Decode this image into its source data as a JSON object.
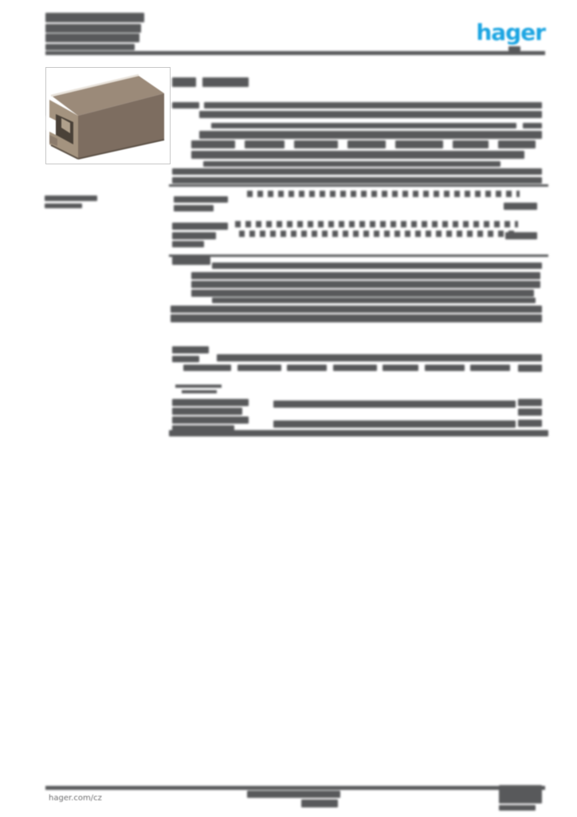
{
  "page": {
    "bg": "#ffffff",
    "bar_color": "#58595b",
    "accent_color": "#1ca5e2",
    "note": "product datasheet page with all body text blurred beyond legibility"
  },
  "header": {
    "logo_text": "hager"
  },
  "footer": {
    "site_link": "hager.com/cz"
  },
  "product_image": {
    "description": "3d rendering of a brown c-shaped trunking profile",
    "body_color": "#7d6d60",
    "top_color": "#9b8a79",
    "end_face_color": "#a4937f",
    "hollow_color": "#4a4138",
    "highlight_color": "#e8e2da"
  },
  "redactions": {
    "groups": [
      {
        "name": "header-title",
        "kind": "bar",
        "bars": [
          [
            57,
            16,
            124,
            12
          ],
          [
            57,
            30,
            120,
            11
          ],
          [
            57,
            42,
            118,
            11
          ],
          [
            57,
            55,
            112,
            8
          ]
        ]
      },
      {
        "name": "logo-shadow",
        "kind": "bar",
        "bars": [
          [
            638,
            58,
            15,
            6
          ]
        ]
      },
      {
        "name": "header-rule",
        "kind": "rule",
        "bars": [
          [
            57,
            64,
            627,
            5
          ]
        ]
      },
      {
        "name": "image-caption",
        "kind": "bar",
        "bars": [
          [
            56,
            245,
            66,
            7
          ],
          [
            56,
            255,
            47,
            6
          ]
        ]
      },
      {
        "name": "section1-heading",
        "kind": "bar",
        "bars": [
          [
            216,
            97,
            30,
            12
          ],
          [
            254,
            97,
            58,
            12
          ]
        ]
      },
      {
        "name": "section1-rows",
        "kind": "bar",
        "bars": [
          [
            216,
            128,
            34,
            8
          ],
          [
            256,
            128,
            424,
            8
          ],
          [
            250,
            139,
            430,
            9
          ],
          [
            265,
            154,
            383,
            7
          ],
          [
            656,
            154,
            24,
            7
          ],
          [
            250,
            164,
            430,
            10
          ],
          [
            240,
            176,
            55,
            10
          ],
          [
            307,
            176,
            50,
            10
          ],
          [
            369,
            176,
            55,
            10
          ],
          [
            436,
            176,
            48,
            10
          ],
          [
            496,
            176,
            60,
            10
          ],
          [
            568,
            176,
            45,
            10
          ],
          [
            625,
            176,
            47,
            10
          ],
          [
            240,
            189,
            418,
            10
          ],
          [
            255,
            202,
            373,
            7
          ],
          [
            216,
            211,
            464,
            8
          ],
          [
            216,
            222,
            464,
            8
          ]
        ]
      },
      {
        "name": "divider-1",
        "kind": "rule",
        "bars": [
          [
            212,
            231,
            476,
            3
          ]
        ]
      },
      {
        "name": "section2-labels",
        "kind": "bar",
        "bars": [
          [
            218,
            246,
            68,
            8
          ],
          [
            218,
            257,
            50,
            8
          ],
          [
            632,
            254,
            42,
            9
          ],
          [
            216,
            279,
            70,
            9
          ],
          [
            216,
            291,
            55,
            9
          ],
          [
            216,
            302,
            40,
            8
          ],
          [
            634,
            291,
            40,
            9
          ]
        ]
      },
      {
        "name": "section2-leaders",
        "kind": "dash",
        "bars": [
          [
            310,
            239,
            342,
            8
          ],
          [
            295,
            277,
            355,
            8
          ],
          [
            300,
            289,
            350,
            8
          ]
        ]
      },
      {
        "name": "divider-2",
        "kind": "rule",
        "bars": [
          [
            212,
            319,
            476,
            3
          ]
        ]
      },
      {
        "name": "section3-rows",
        "kind": "bar",
        "bars": [
          [
            216,
            322,
            48,
            10
          ],
          [
            266,
            329,
            414,
            8
          ],
          [
            240,
            341,
            438,
            9
          ],
          [
            240,
            352,
            438,
            9
          ],
          [
            240,
            363,
            430,
            9
          ],
          [
            266,
            373,
            406,
            7
          ],
          [
            214,
            383,
            466,
            9
          ],
          [
            214,
            394,
            466,
            10
          ]
        ]
      },
      {
        "name": "section4-rows",
        "kind": "bar",
        "bars": [
          [
            216,
            434,
            46,
            9
          ],
          [
            216,
            446,
            34,
            8
          ],
          [
            272,
            444,
            408,
            9
          ],
          [
            230,
            457,
            60,
            8
          ],
          [
            298,
            457,
            55,
            8
          ],
          [
            360,
            457,
            50,
            8
          ],
          [
            418,
            457,
            55,
            8
          ],
          [
            480,
            457,
            45,
            8
          ],
          [
            533,
            457,
            50,
            8
          ],
          [
            590,
            457,
            50,
            8
          ],
          [
            650,
            444,
            30,
            9
          ],
          [
            650,
            457,
            30,
            9
          ]
        ]
      },
      {
        "name": "section4-fineprint",
        "kind": "tiny",
        "bars": [
          [
            220,
            482,
            58,
            4
          ],
          [
            228,
            489,
            44,
            4
          ]
        ]
      },
      {
        "name": "section5-rows",
        "kind": "bar",
        "bars": [
          [
            216,
            500,
            96,
            9
          ],
          [
            216,
            511,
            88,
            9
          ],
          [
            216,
            522,
            96,
            9
          ],
          [
            216,
            533,
            78,
            7
          ],
          [
            343,
            502,
            304,
            9
          ],
          [
            343,
            527,
            304,
            9
          ],
          [
            650,
            500,
            30,
            9
          ],
          [
            650,
            512,
            30,
            9
          ],
          [
            650,
            526,
            30,
            9
          ],
          [
            212,
            539,
            476,
            8
          ]
        ]
      },
      {
        "name": "footer-rule",
        "kind": "rule",
        "bars": [
          [
            57,
            985,
            627,
            5
          ]
        ]
      },
      {
        "name": "footer-center-text",
        "kind": "bar",
        "bars": [
          [
            310,
            991,
            117,
            9
          ],
          [
            378,
            1002,
            46,
            10
          ]
        ]
      },
      {
        "name": "footer-right-block",
        "kind": "bar",
        "bars": [
          [
            626,
            984,
            54,
            23
          ],
          [
            626,
            1009,
            46,
            7
          ]
        ]
      }
    ]
  }
}
